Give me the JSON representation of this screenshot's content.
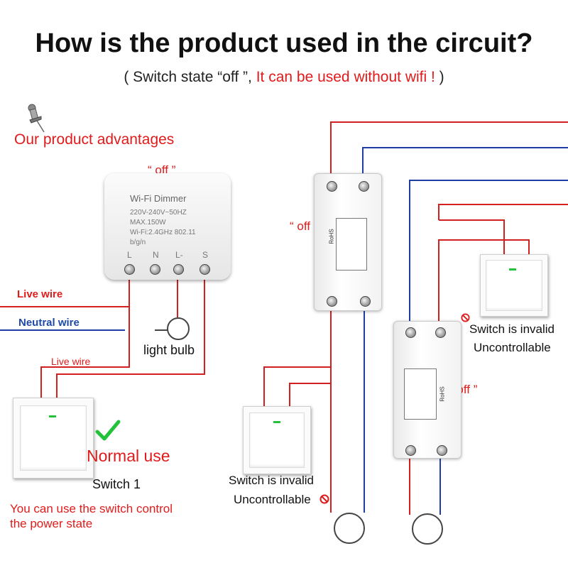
{
  "title": "How is the product used in the circuit?",
  "subtitle": {
    "open": "( Switch state “off ”, ",
    "highlight": "It can be used without wifi ! ",
    "close": ")"
  },
  "advantages_label": "Our product advantages",
  "off_label": "“ off ”",
  "module": {
    "name": "Wi-Fi  Dimmer",
    "spec1": "220V-240V~50HZ",
    "spec2": "MAX.150W",
    "spec3": "Wi-Fi:2.4GHz 802.11",
    "spec4": "b/g/n",
    "terminals": [
      "L",
      "N",
      "L-",
      "S"
    ]
  },
  "wires": {
    "live": "Live wire",
    "neutral": "Neutral wire",
    "live_lower": "Live wire"
  },
  "bulb_label": "light bulb",
  "normal_use": "Normal use",
  "switch1_label": "Switch 1",
  "switch_note_line1": "You can use the switch control",
  "switch_note_line2": "the power state",
  "invalid": "Switch is invalid",
  "uncontrollable": "Uncontrollable",
  "relay_text": {
    "rohs": "RoHS"
  },
  "colors": {
    "red": "#e11b1b",
    "blue": "#1f4aa8",
    "green": "#22c33a",
    "wire_red": "#d21f1f",
    "wire_blue": "#1e3ea6"
  },
  "icons": [
    "pushpin-icon",
    "checkmark-icon",
    "prohibited-icon"
  ]
}
